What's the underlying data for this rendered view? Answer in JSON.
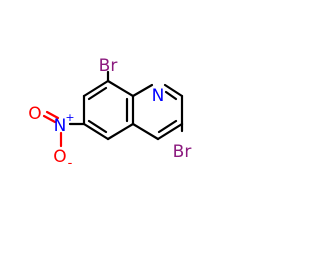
{
  "molecule": {
    "colors": {
      "bond": "#000000",
      "bromine": "#8b1a7e",
      "nitrogen": "#0000ff",
      "oxygen": "#ff0000"
    },
    "atoms": {
      "br_top": "Br",
      "n_ring": "N",
      "br_right": "Br",
      "o_upper": "O",
      "o_lower": "O",
      "n_nitro": "N",
      "plus": "+",
      "minus": "-"
    }
  }
}
